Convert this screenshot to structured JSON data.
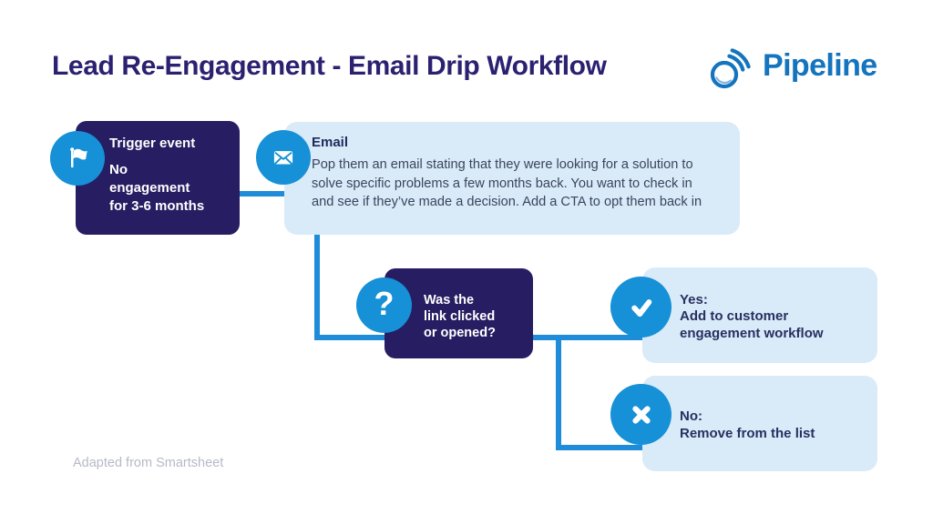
{
  "title": "Lead Re-Engagement - Email Drip Workflow",
  "logo": {
    "text": "Pipeline",
    "icon": "signal-rings-icon",
    "color": "#1474BE"
  },
  "nodes": {
    "trigger": {
      "heading": "Trigger event",
      "body": "No\nengagement\nfor 3-6 months",
      "icon": "flag-icon"
    },
    "email": {
      "heading": "Email",
      "body": "Pop them an email stating that they were looking for a solution to\nsolve specific problems a few months back. You want to check in\nand see if they’ve made a decision. Add a CTA to opt them back in",
      "icon": "envelope-icon"
    },
    "decision": {
      "question": "Was the\nlink clicked\nor opened?",
      "question_mark": "?",
      "icon": "question-icon"
    },
    "yes": {
      "heading": "Yes:",
      "body": "Add to customer\nengagement workflow",
      "icon": "check-icon"
    },
    "no": {
      "heading": "No:",
      "body": "Remove from the list",
      "icon": "x-icon"
    }
  },
  "footer": {
    "credit": "Adapted from Smartsheet"
  },
  "colors": {
    "title_navy": "#2B2171",
    "box_navy": "#271D62",
    "badge_azure": "#1690D6",
    "connector_blue": "#1E8CD9",
    "box_light_blue": "#D9EAF8",
    "text_navy": "#273060",
    "body_text": "#39455E",
    "credit_gray": "#B6BAC6",
    "background": "#FFFFFF"
  }
}
